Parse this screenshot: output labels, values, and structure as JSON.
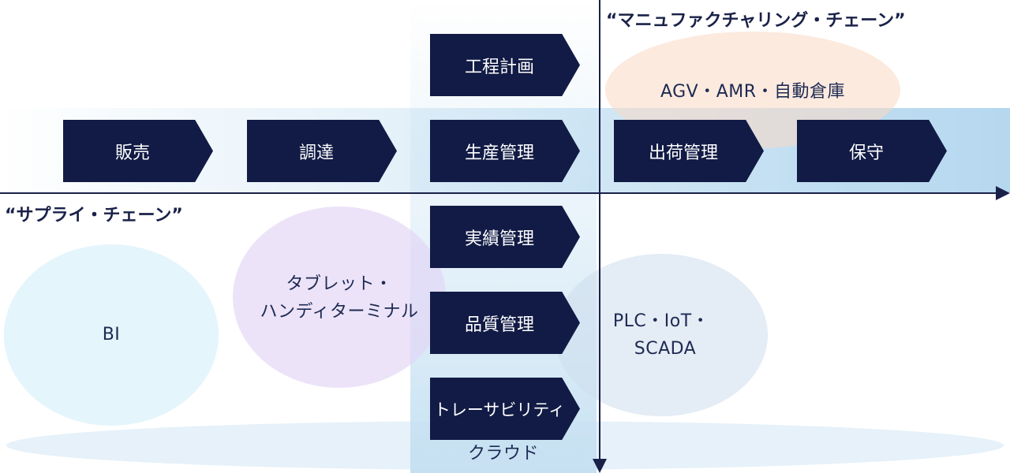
{
  "titles": {
    "manufacturing_chain": "“マニュファクチャリング・チェーン”",
    "supply_chain": "“サプライ・チェーン”"
  },
  "chevrons": {
    "sales": "販売",
    "procurement": "調達",
    "process_planning": "工程計画",
    "production_mgmt": "生産管理",
    "shipping_mgmt": "出荷管理",
    "maintenance": "保守",
    "results_mgmt": "実績管理",
    "quality_mgmt": "品質管理",
    "traceability": "トレーサビリティ"
  },
  "ellipses": {
    "agv": "AGV・AMR・自動倉庫",
    "bi": "BI",
    "tablet_line1": "タブレット・",
    "tablet_line2": "ハンディターミナル",
    "plc_line1": "PLC・IoT・",
    "plc_line2": "SCADA",
    "cloud": "クラウド"
  },
  "colors": {
    "chevron_fill": "#111b45",
    "axis": "#1a2148",
    "band": "#b2d6ee",
    "agv_ellipse": "#f9d9c4",
    "bi_ellipse": "#d6effa",
    "tablet_ellipse": "#e2d4f6",
    "plc_ellipse": "#cedcec"
  }
}
